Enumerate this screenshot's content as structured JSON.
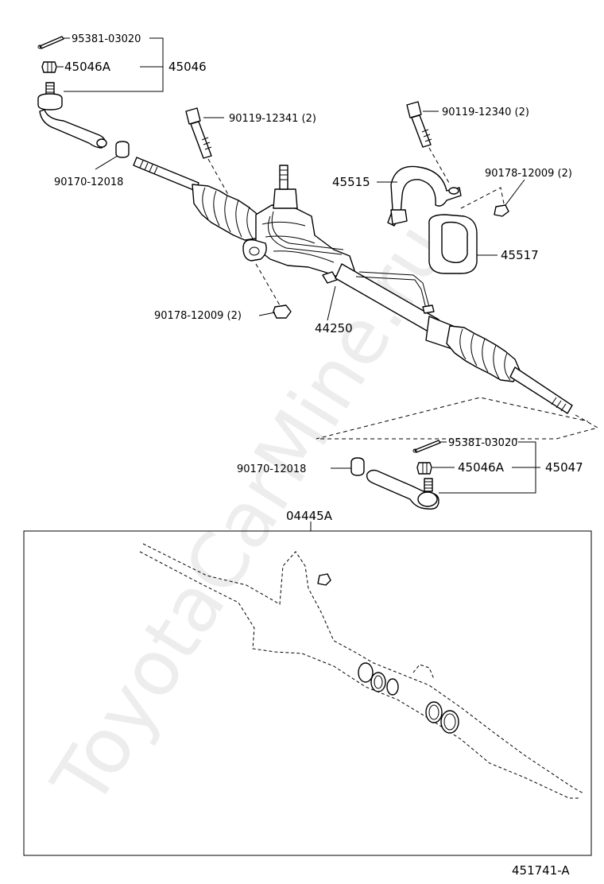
{
  "watermark": "ToyotaCarMine.ru",
  "diagram_code": "451741-A",
  "labels": {
    "cotter_pin_left": "95381-03020",
    "nut_left": "45046A",
    "tie_rod_end_left": "45046",
    "bolt_upper_left": "90119-12341 (2)",
    "bolt_upper_right": "90119-12340 (2)",
    "washer_left": "90170-12018",
    "bracket": "45515",
    "nut_bracket": "90178-12009 (2)",
    "bushing": "45517",
    "nut_mount": "90178-12009 (2)",
    "rack_assembly": "44250",
    "cotter_pin_right": "95381-03020",
    "washer_right": "90170-12018",
    "nut_right": "45046A",
    "tie_rod_end_right": "45047",
    "gasket_kit": "04445A"
  }
}
